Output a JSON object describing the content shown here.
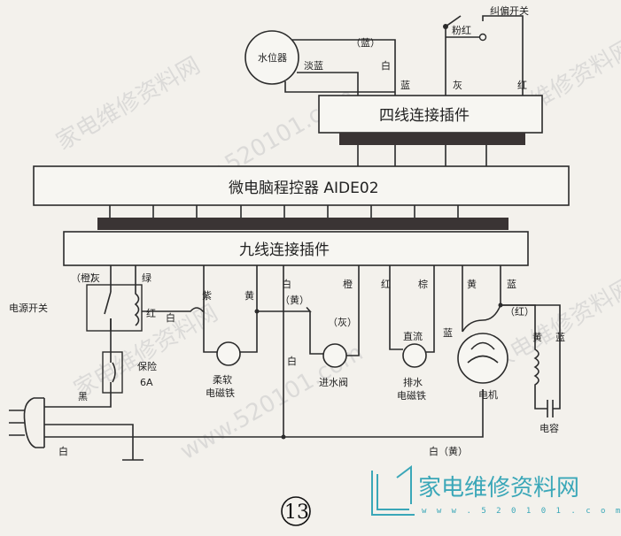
{
  "colors": {
    "line": "#2b2b2b",
    "box_fill": "#f7f6f2",
    "bar": "#3a3434",
    "brand": "#3aa7b8",
    "watermark": "#c9c9c9"
  },
  "diagram": {
    "water_level_sensor": "水位器",
    "unbalance_switch": "纠偏开关",
    "four_wire_connector": "四线连接插件",
    "controller": "微电脑程控器 AIDE02",
    "nine_wire_connector": "九线连接插件",
    "power_switch": "电源开关",
    "fuse_label": "保险",
    "fuse_rating": "6A",
    "soft_solenoid": [
      "柔软",
      "电磁铁"
    ],
    "inlet_valve": "进水阀",
    "drain_solenoid": [
      "排水",
      "电磁铁"
    ],
    "motor": "电机",
    "capacitor": "电容",
    "wires": {
      "pink_red": "粉红",
      "paren_blue": "（蓝）",
      "light_blue": "淡蓝",
      "white": "白",
      "blue": "蓝",
      "grey": "灰",
      "red": "红",
      "paren_orange": "（橙）",
      "green": "绿",
      "purple": "紫",
      "yellow": "黄",
      "paren_yellow": "（黄）",
      "orange": "橙",
      "paren_grey": "（灰）",
      "brown": "棕",
      "dc": "直流",
      "paren_red": "（红）",
      "black": "黑",
      "white_yellow": "白（黄）"
    },
    "figure_number": "13"
  },
  "watermark": {
    "brand_cn": "家电维修资料网",
    "brand_url": "www.520101.com",
    "logo_url": "w w w . 5 2 0 1 0 1 . c o m"
  }
}
